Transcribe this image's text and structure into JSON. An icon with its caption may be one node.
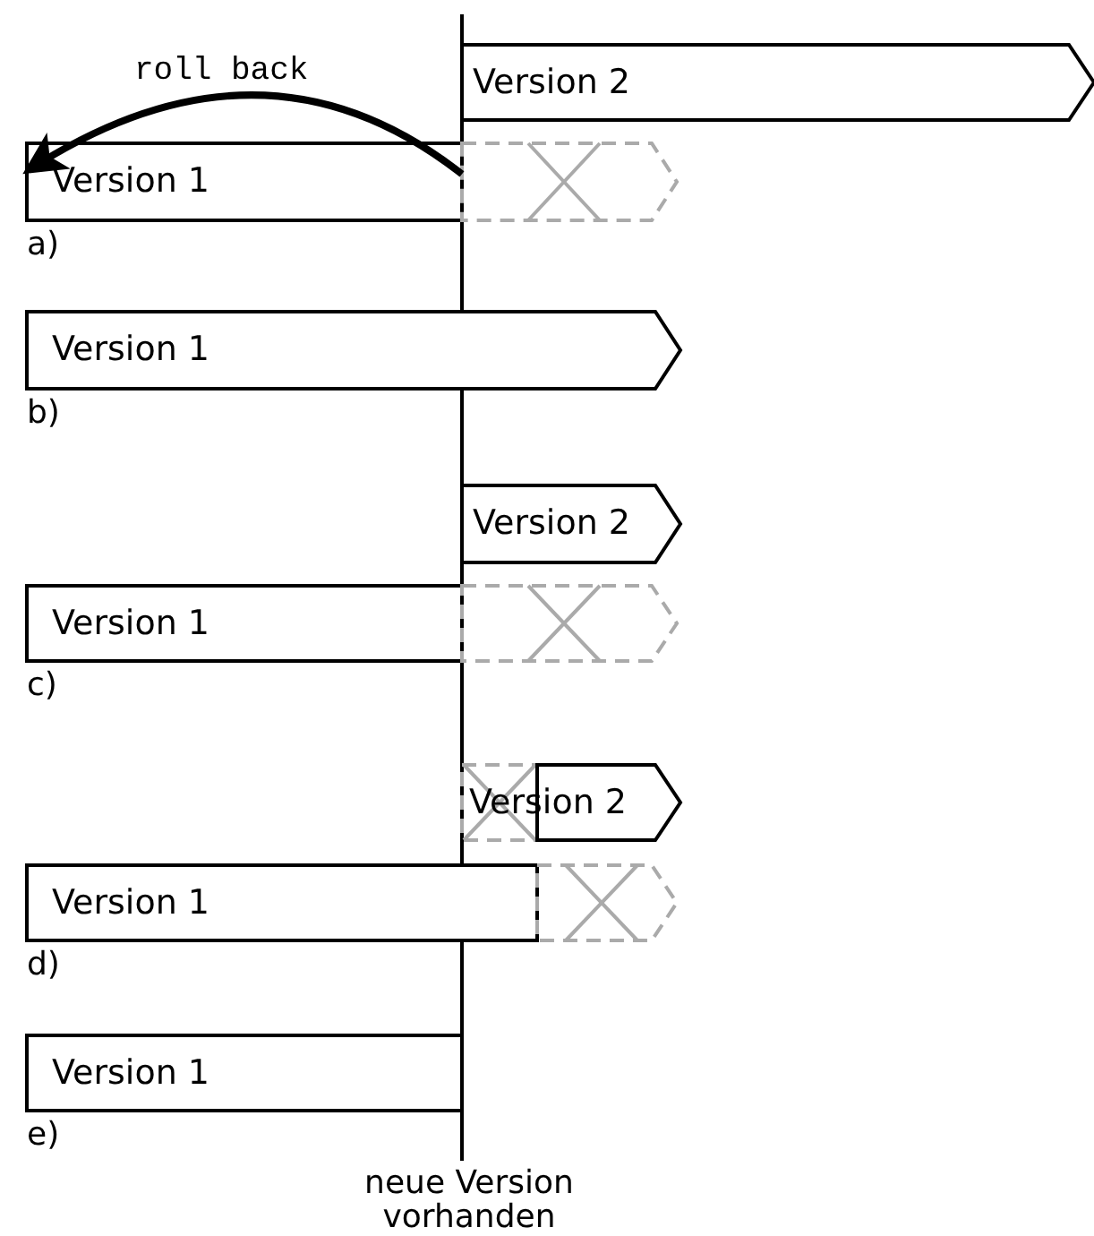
{
  "diagram": {
    "nodes": [
      {
        "text": [
          "Version 2"
        ]
      },
      {
        "text": [
          "Version 1"
        ],
        "beside": [
          "a)"
        ]
      },
      {
        "text": [],
        "shape": "box"
      },
      {
        "text": [
          "Version 1"
        ],
        "beside": [
          "b)"
        ]
      },
      {
        "text": [
          "Version 2"
        ]
      },
      {
        "text": [
          "Version 1"
        ],
        "beside": [
          "c)"
        ]
      },
      {
        "text": [],
        "shape": "box"
      },
      {
        "text": [],
        "shape": "box"
      },
      {
        "text": [
          "Version 2"
        ]
      },
      {
        "text": [
          "Version 1"
        ],
        "beside": [
          "d)"
        ]
      },
      {
        "text": [],
        "shape": "box"
      },
      {
        "text": [
          "Version 1"
        ],
        "beside": [
          "e)"
        ]
      }
    ],
    "edges": [
      {
        "from": 2,
        "to": 1,
        "arrow": "to",
        "label": "roll back"
      }
    ],
    "labels": [
      "neue Version vorhanden"
    ]
  }
}
